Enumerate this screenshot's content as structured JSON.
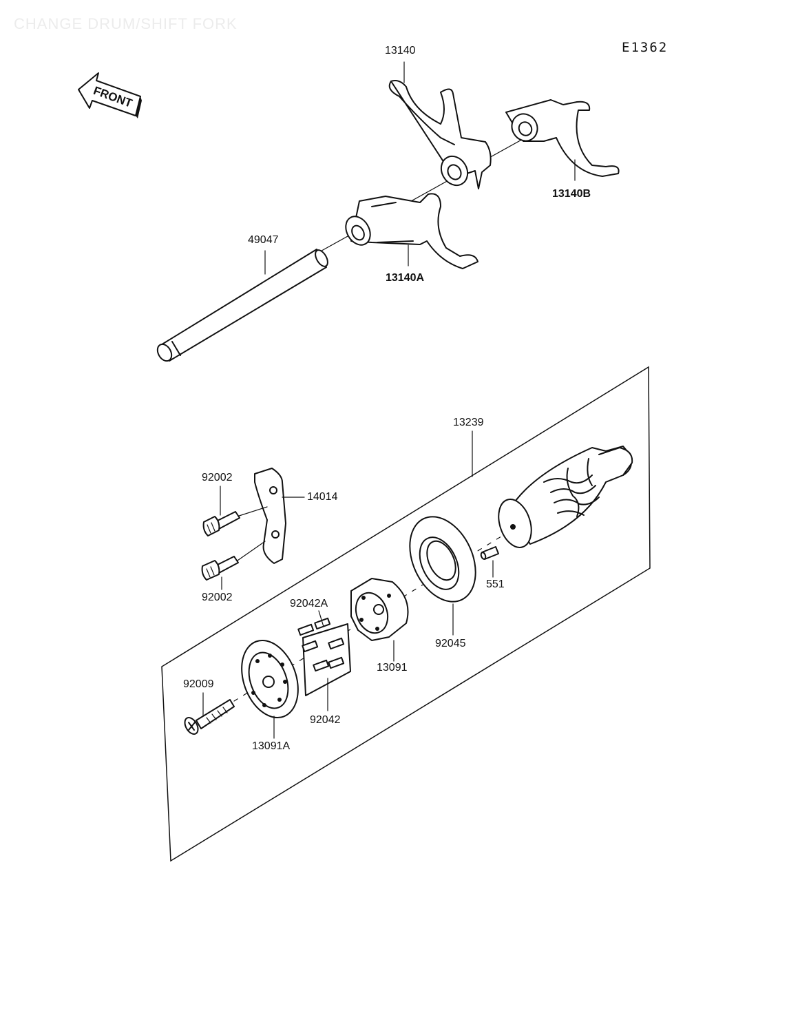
{
  "title": "CHANGE DRUM/SHIFT FORK",
  "diagram_code": "E1362",
  "front_label": "FRONT",
  "parts": {
    "fork_13140": "13140",
    "fork_13140b": "13140B",
    "fork_13140a": "13140A",
    "shaft_49047": "49047",
    "drum_13239": "13239",
    "bolt_92002_upper": "92002",
    "bolt_92002_lower": "92002",
    "plate_14014": "14014",
    "pin_551": "551",
    "bearing_92045": "92045",
    "pin_92042a": "92042A",
    "cam_13091": "13091",
    "screw_92009": "92009",
    "pin_92042": "92042",
    "cam_13091a": "13091A"
  }
}
